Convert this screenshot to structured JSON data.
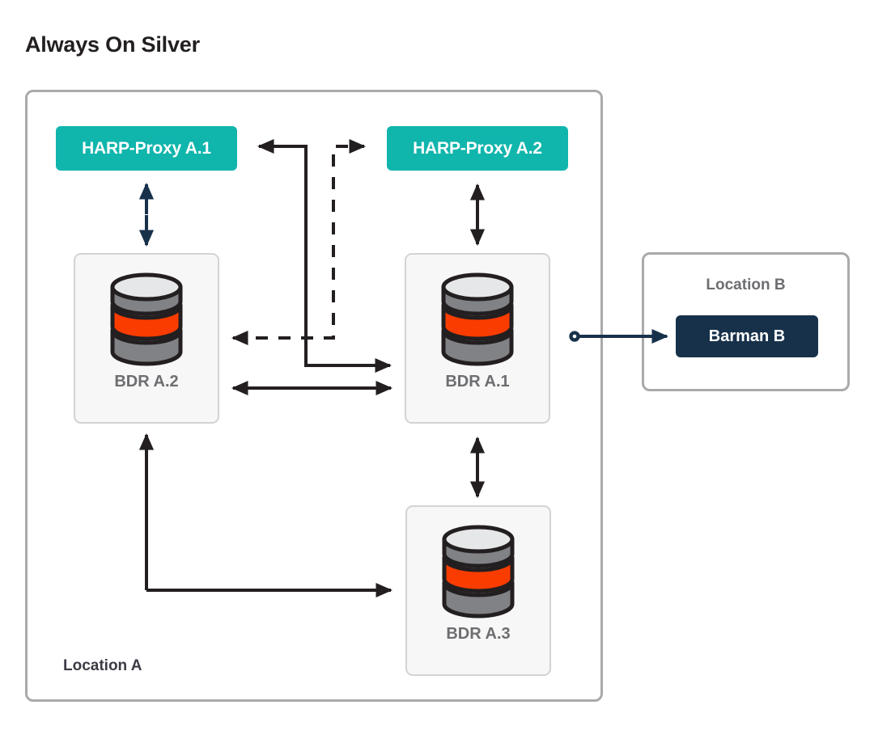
{
  "title": "Always On Silver",
  "colors": {
    "teal": "#10b5ac",
    "navy": "#17314a",
    "orange": "#fa3c00",
    "panel_border": "#aaaaad",
    "card_bg": "#f7f7f7",
    "card_border": "#d3d3d6",
    "label_gray": "#6d6e71",
    "arrow_black": "#231f20"
  },
  "locations": {
    "a": {
      "label": "Location A"
    },
    "b": {
      "label": "Location B"
    }
  },
  "proxies": [
    {
      "id": "harp-proxy-a1",
      "label": "HARP-Proxy A.1"
    },
    {
      "id": "harp-proxy-a2",
      "label": "HARP-Proxy A.2"
    }
  ],
  "nodes": [
    {
      "id": "bdr-a2",
      "label": "BDR A.2",
      "icon": "database-icon"
    },
    {
      "id": "bdr-a1",
      "label": "BDR A.1",
      "icon": "database-icon"
    },
    {
      "id": "bdr-a3",
      "label": "BDR A.3",
      "icon": "database-icon"
    }
  ],
  "backup": {
    "label": "Barman B"
  },
  "connections": [
    {
      "name": "harp-a1-to-bdr-a2",
      "style": "solid",
      "heads": "both-split",
      "from": "HARP-Proxy A.1",
      "to": "BDR A.2"
    },
    {
      "name": "harp-a2-to-bdr-a1",
      "style": "solid",
      "heads": "both",
      "from": "HARP-Proxy A.2",
      "to": "BDR A.1"
    },
    {
      "name": "bdr-a1-to-harp-a1",
      "style": "solid",
      "heads": "end",
      "from": "BDR A.1",
      "to": "HARP-Proxy A.1"
    },
    {
      "name": "bdr-a2-to-harp-a2",
      "style": "dashed",
      "heads": "end",
      "from": "BDR A.2",
      "to": "HARP-Proxy A.2"
    },
    {
      "name": "bdr-a2-to-bdr-a1-replication",
      "style": "solid",
      "heads": "both",
      "from": "BDR A.2",
      "to": "BDR A.1"
    },
    {
      "name": "bdr-a1-to-bdr-a3-replication",
      "style": "solid",
      "heads": "both",
      "from": "BDR A.1",
      "to": "BDR A.3"
    },
    {
      "name": "bdr-a2-to-bdr-a3",
      "style": "solid",
      "heads": "end",
      "from": "BDR A.2",
      "to": "BDR A.3"
    },
    {
      "name": "bdr-a1-to-barman-b-backup",
      "style": "solid",
      "heads": "end-circle-start",
      "from": "BDR A.1",
      "to": "Barman B"
    }
  ]
}
